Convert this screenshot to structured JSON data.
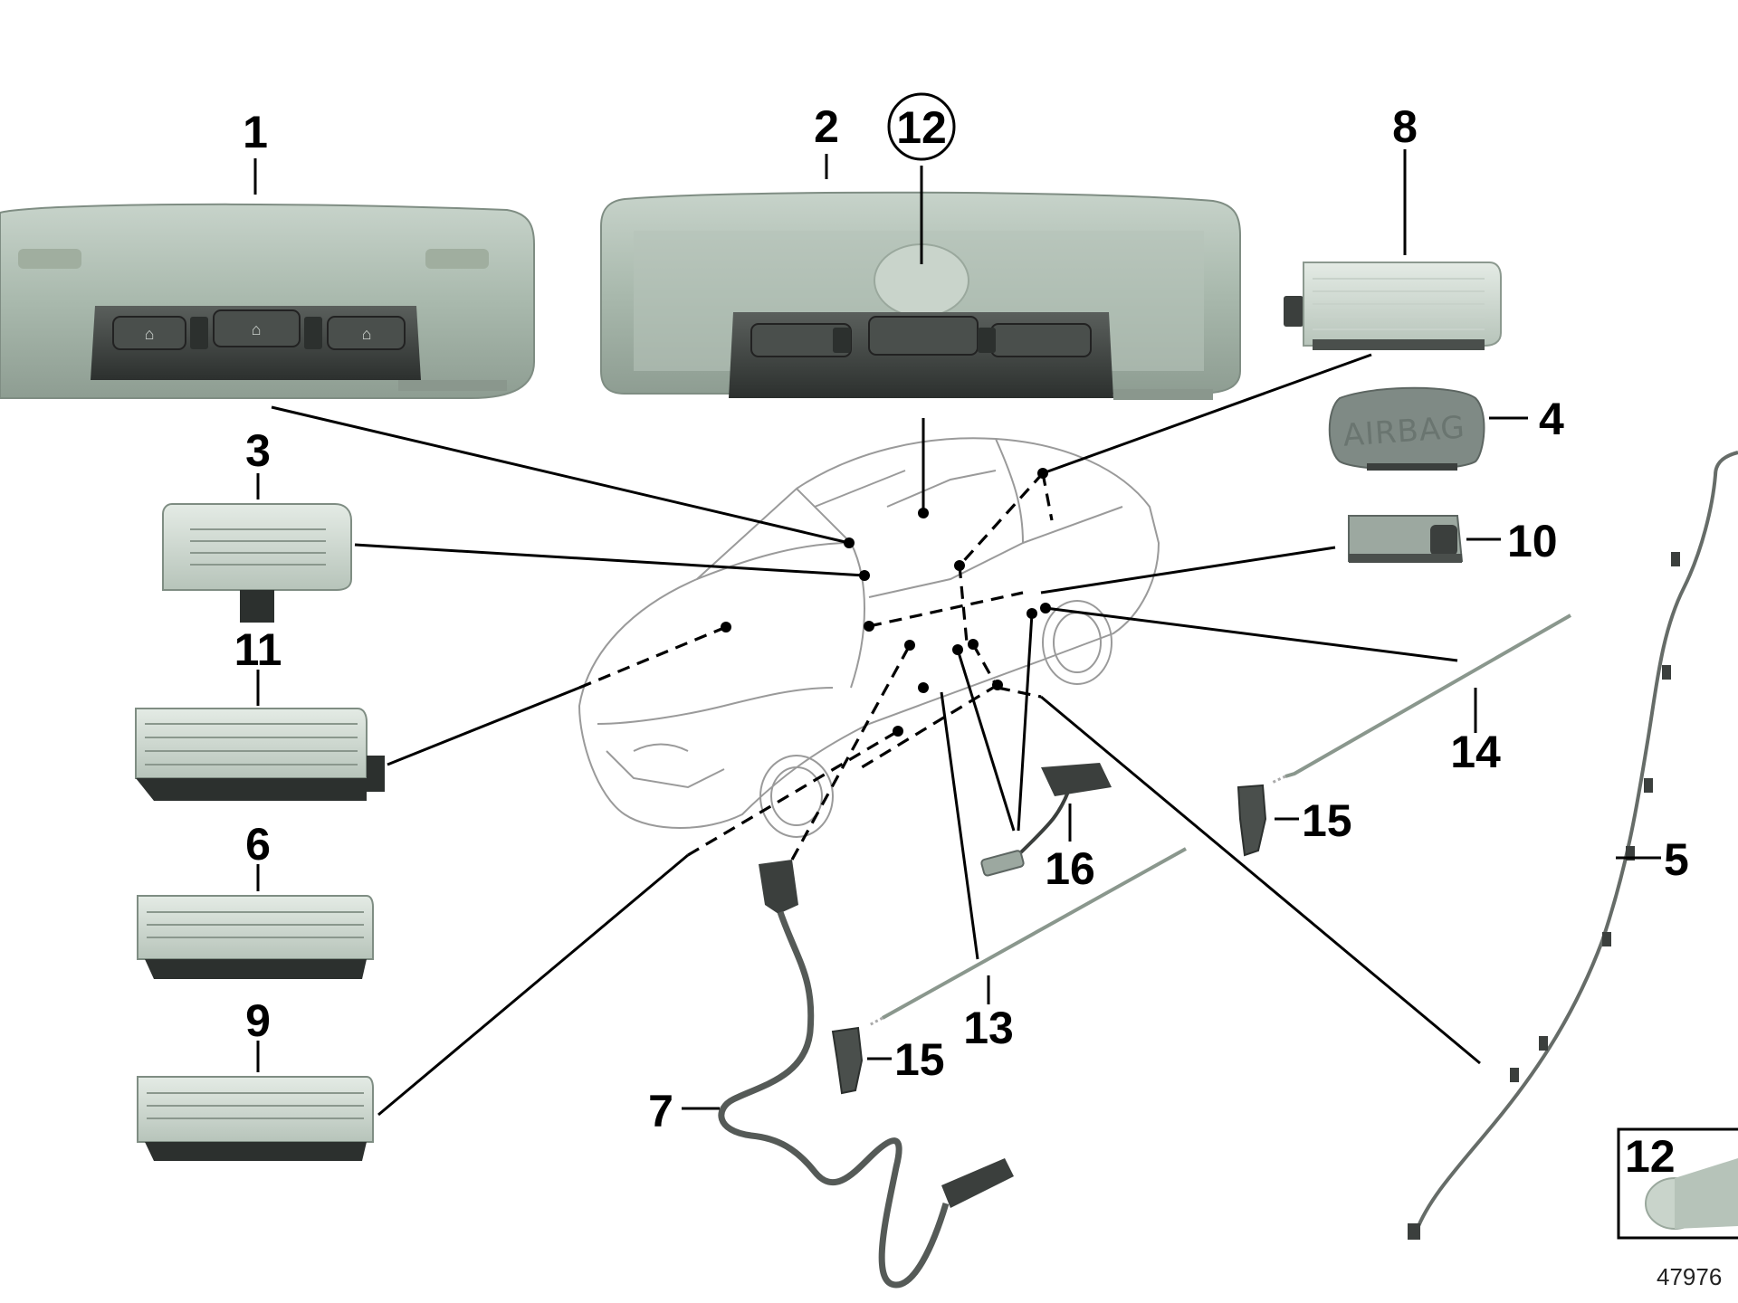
{
  "labels": {
    "l1": "1",
    "l2": "2",
    "l3": "3",
    "l4": "4",
    "l5": "5",
    "l6": "6",
    "l7": "7",
    "l8": "8",
    "l9": "9",
    "l10": "10",
    "l11": "11",
    "l12_circled": "12",
    "l13": "13",
    "l14": "14",
    "l15a": "15",
    "l15b": "15",
    "l16": "16",
    "l12_inset": "12"
  },
  "airbag_text": "AIRBAG",
  "diagram_number": "47976",
  "colors": {
    "part_body": "#a9b8ad",
    "part_dark": "#3b3f3d",
    "line": "#000000",
    "car_outline": "#9a9a9a"
  }
}
